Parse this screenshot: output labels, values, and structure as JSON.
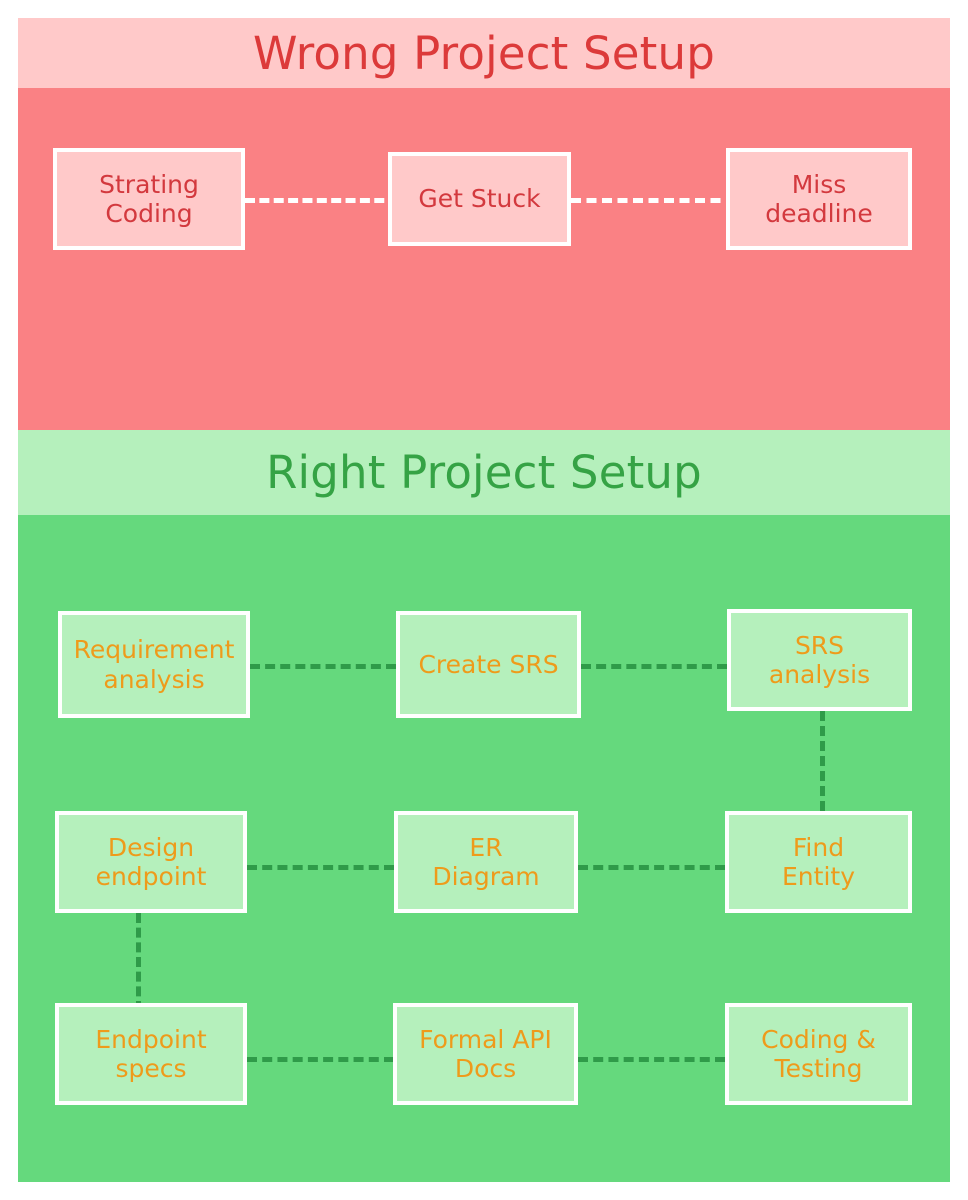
{
  "diagram": {
    "type": "flowchart",
    "orientation": "two-section comparison",
    "sections": [
      {
        "id": "wrong",
        "title": "Wrong Project Setup",
        "accent_color": "#DC3A3A",
        "title_band_color": "#FFC9C9",
        "body_color": "#FA8184",
        "node_fill": "#FFC9C9",
        "node_text_color": "#D3393E",
        "connector_color": "#FFFFFF",
        "nodes": [
          {
            "id": "w1",
            "label": "Strating\nCoding"
          },
          {
            "id": "w2",
            "label": "Get Stuck"
          },
          {
            "id": "w3",
            "label": "Miss\ndeadline"
          }
        ],
        "edges": [
          {
            "from": "w1",
            "to": "w2",
            "style": "dashed",
            "direction": "horizontal"
          },
          {
            "from": "w2",
            "to": "w3",
            "style": "dashed",
            "direction": "horizontal"
          }
        ]
      },
      {
        "id": "right",
        "title": "Right Project Setup",
        "accent_color": "#35A345",
        "title_band_color": "#B5F0BC",
        "body_color": "#65D97D",
        "node_fill": "#B5F0BC",
        "node_text_color": "#EE9B1B",
        "connector_color": "#2F9B49",
        "nodes": [
          {
            "id": "r1",
            "label": "Requirement\nanalysis"
          },
          {
            "id": "r2",
            "label": "Create SRS"
          },
          {
            "id": "r3",
            "label": "SRS\nanalysis"
          },
          {
            "id": "r4",
            "label": "Design\nendpoint"
          },
          {
            "id": "r5",
            "label": "ER\nDiagram"
          },
          {
            "id": "r6",
            "label": "Find\nEntity"
          },
          {
            "id": "r7",
            "label": "Endpoint\nspecs"
          },
          {
            "id": "r8",
            "label": "Formal API\nDocs"
          },
          {
            "id": "r9",
            "label": "Coding &\nTesting"
          }
        ],
        "edges": [
          {
            "from": "r1",
            "to": "r2",
            "style": "dashed",
            "direction": "horizontal"
          },
          {
            "from": "r2",
            "to": "r3",
            "style": "dashed",
            "direction": "horizontal"
          },
          {
            "from": "r3",
            "to": "r6",
            "style": "dashed",
            "direction": "vertical"
          },
          {
            "from": "r6",
            "to": "r5",
            "style": "dashed",
            "direction": "horizontal"
          },
          {
            "from": "r5",
            "to": "r4",
            "style": "dashed",
            "direction": "horizontal"
          },
          {
            "from": "r4",
            "to": "r7",
            "style": "dashed",
            "direction": "vertical"
          },
          {
            "from": "r7",
            "to": "r8",
            "style": "dashed",
            "direction": "horizontal"
          },
          {
            "from": "r8",
            "to": "r9",
            "style": "dashed",
            "direction": "horizontal"
          }
        ]
      }
    ]
  }
}
